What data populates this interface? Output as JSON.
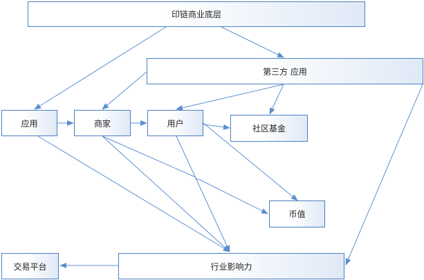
{
  "diagram": {
    "nodes": {
      "base": "印链商业底层",
      "third_party": "第三方 应用",
      "app": "应用",
      "merchant": "商家",
      "user": "用户",
      "community_fund": "社区基金",
      "coin_value": "币值",
      "influence": "行业影响力",
      "exchange": "交易平台"
    },
    "colors": {
      "border": "#4a7fc1",
      "edge": "#5b8fd0",
      "fill_gradient_end": "#dfe9f6"
    }
  }
}
